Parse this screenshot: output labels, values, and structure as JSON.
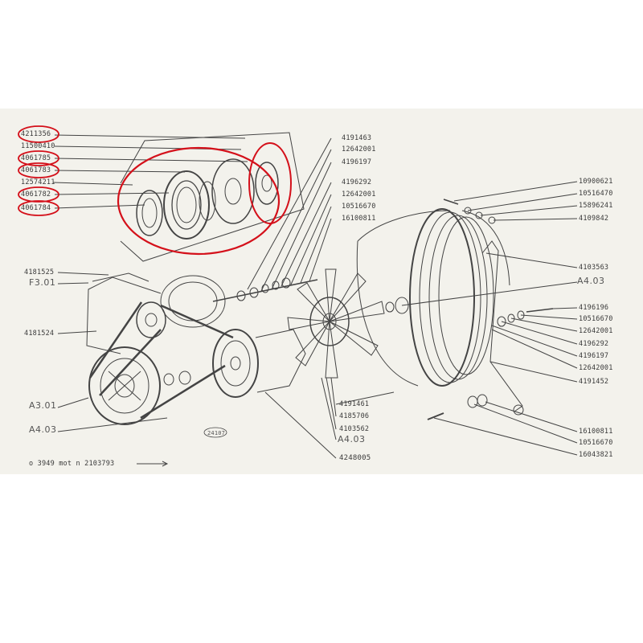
{
  "left_labels": [
    "4211356",
    "11500410",
    "4061785",
    "4061783",
    "12574211",
    "4061782",
    "4061784",
    "4181525",
    "F3.01",
    "4181524",
    "A3.01",
    "A4.03"
  ],
  "center_labels": [
    "4191463",
    "12642001",
    "4196197",
    "4196292",
    "12642001",
    "10516670",
    "16100811"
  ],
  "bottom_labels": [
    "4191461",
    "4185706",
    "4103562",
    "A4.03",
    "4248005"
  ],
  "right_labels": [
    "10900621",
    "10516470",
    "15896241",
    "4109842",
    "4103563",
    "A4.03",
    "4196196",
    "10516670",
    "12642001",
    "4196292",
    "4196197",
    "12642001",
    "4191452",
    "16100811",
    "10516670",
    "16043821"
  ],
  "ref_tag": "24107",
  "footer_note": "o 3949 mot n 2103793"
}
